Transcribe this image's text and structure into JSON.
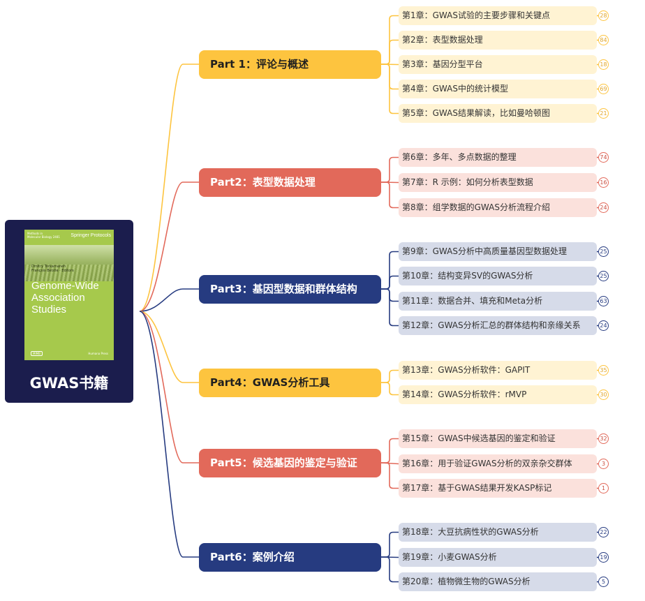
{
  "root": {
    "label": "GWAS书籍",
    "cover": {
      "series": "Methods in\nMolecular Biology 2481",
      "publisher_series": "Springer Protocols",
      "editors": "Dmitry Torkamaneh\nFrançois Belzile · Editors",
      "title": "Genome-Wide Association Studies",
      "badge": "MIMB",
      "imprint": "Humana Press"
    }
  },
  "colors": {
    "gold": "#fdc43f",
    "red": "#e2695a",
    "navy": "#263b80",
    "root": "#1b1d4d"
  },
  "parts": [
    {
      "label": "Part 1：评论与概述",
      "theme": "gold",
      "chapters": [
        {
          "label": "第1章：GWAS试验的主要步骤和关键点",
          "count": "28"
        },
        {
          "label": "第2章：表型数据处理",
          "count": "84"
        },
        {
          "label": "第3章：基因分型平台",
          "count": "18"
        },
        {
          "label": "第4章：GWAS中的统计模型",
          "count": "69"
        },
        {
          "label": "第5章：GWAS结果解读，比如曼哈顿图",
          "count": "21"
        }
      ]
    },
    {
      "label": "Part2：表型数据处理",
      "theme": "red",
      "chapters": [
        {
          "label": "第6章：多年、多点数据的整理",
          "count": "74"
        },
        {
          "label": "第7章：R 示例：如何分析表型数据",
          "count": "16"
        },
        {
          "label": "第8章：组学数据的GWAS分析流程介绍",
          "count": "24"
        }
      ]
    },
    {
      "label": "Part3：基因型数据和群体结构",
      "theme": "navy",
      "chapters": [
        {
          "label": "第9章：GWAS分析中高质量基因型数据处理",
          "count": "25"
        },
        {
          "label": "第10章：结构变异SV的GWAS分析",
          "count": "25"
        },
        {
          "label": "第11章：数据合并、填充和Meta分析",
          "count": "63"
        },
        {
          "label": "第12章：GWAS分析汇总的群体结构和亲缘关系",
          "count": "24"
        }
      ]
    },
    {
      "label": "Part4：GWAS分析工具",
      "theme": "gold",
      "chapters": [
        {
          "label": "第13章：GWAS分析软件：GAPIT",
          "count": "35"
        },
        {
          "label": "第14章：GWAS分析软件：rMVP",
          "count": "30"
        }
      ]
    },
    {
      "label": "Part5：候选基因的鉴定与验证",
      "theme": "red",
      "chapters": [
        {
          "label": "第15章：GWAS中候选基因的鉴定和验证",
          "count": "32"
        },
        {
          "label": "第16章：用于验证GWAS分析的双亲杂交群体",
          "count": "3"
        },
        {
          "label": "第17章：基于GWAS结果开发KASP标记",
          "count": "1"
        }
      ]
    },
    {
      "label": "Part6：案例介绍",
      "theme": "navy",
      "chapters": [
        {
          "label": "第18章：大豆抗病性状的GWAS分析",
          "count": "22"
        },
        {
          "label": "第19章：小麦GWAS分析",
          "count": "19"
        },
        {
          "label": "第20章：植物微生物的GWAS分析",
          "count": "5"
        }
      ]
    }
  ]
}
